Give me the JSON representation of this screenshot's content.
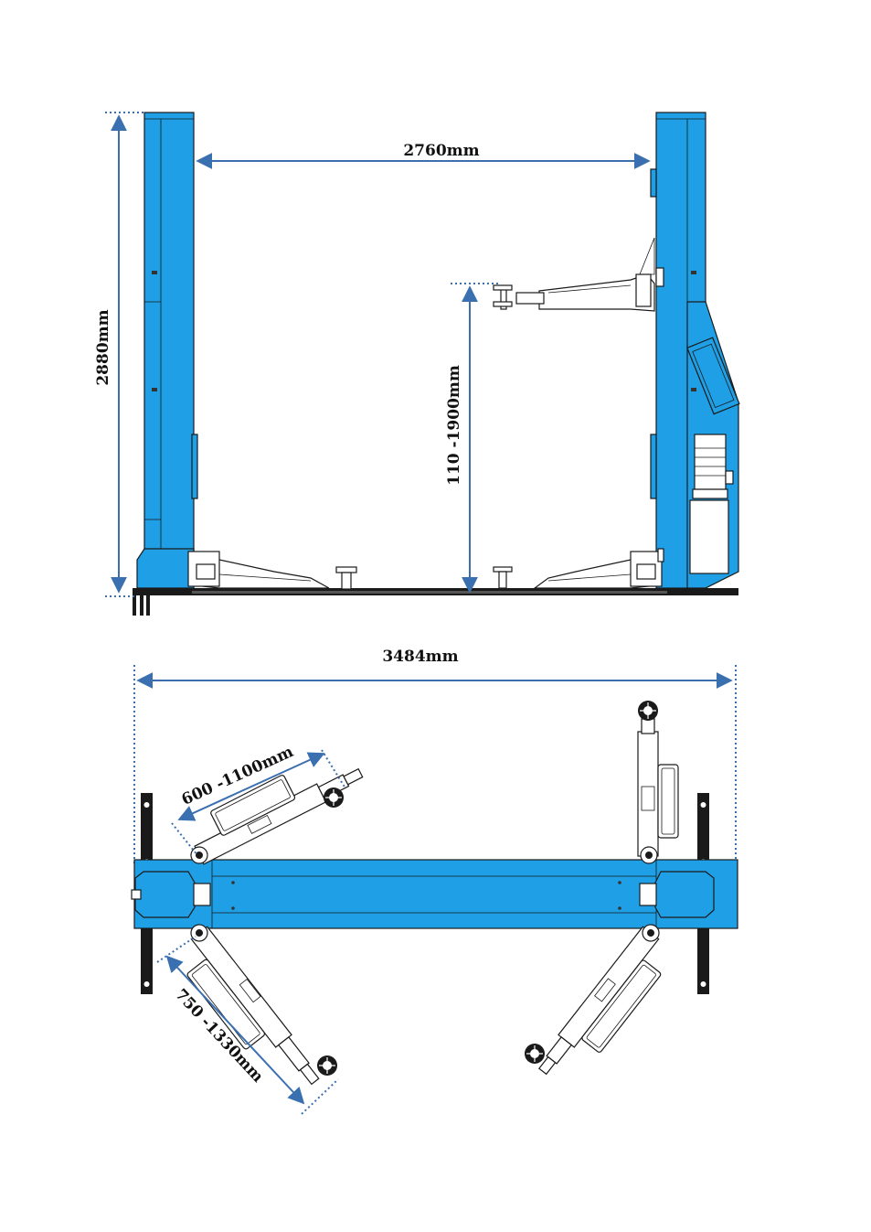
{
  "colors": {
    "post_blue": "#1fa0e6",
    "dimension_line": "#3a6fb0",
    "outline": "#1a1a1a",
    "background": "#ffffff"
  },
  "front_view": {
    "width_label": "2760mm",
    "height_label": "2880mm",
    "lift_range_label": "110 -1900mm"
  },
  "top_view": {
    "overall_width_label": "3484mm",
    "short_arm_label": "600 -1100mm",
    "long_arm_label": "750 -1330mm"
  }
}
